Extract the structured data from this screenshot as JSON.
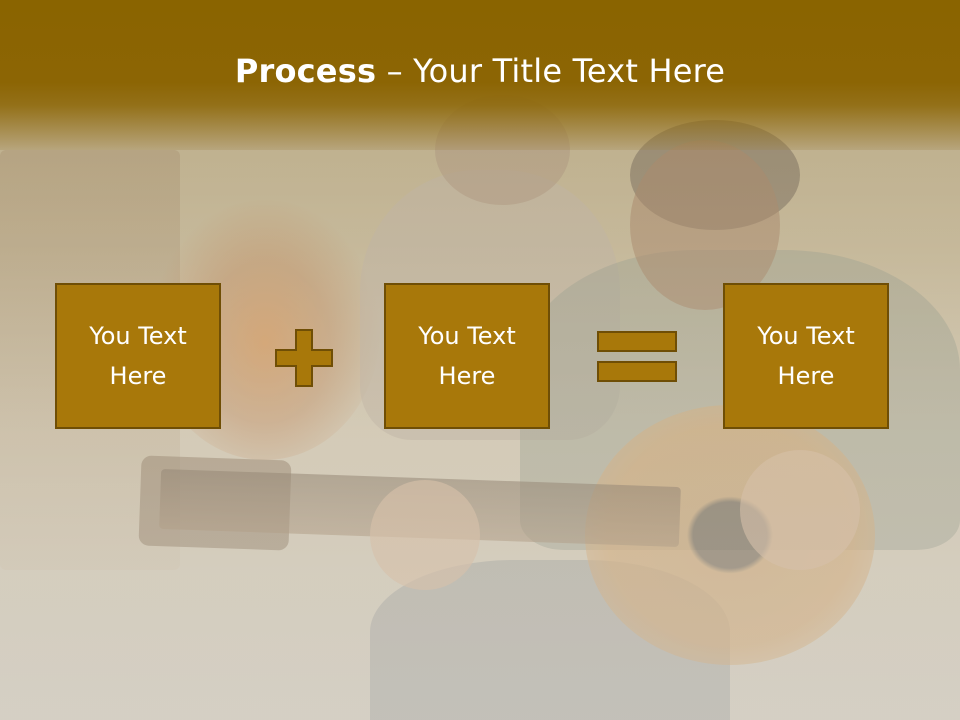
{
  "slide": {
    "title_bold": "Process",
    "title_rest": " – Your Title Text Here"
  },
  "process": {
    "boxes": [
      {
        "label": "You Text Here"
      },
      {
        "label": "You Text Here"
      },
      {
        "label": "You Text Here"
      }
    ],
    "operators": [
      "plus-icon",
      "equals-icon"
    ]
  },
  "colors": {
    "title_bar": "#8a6400",
    "box_fill": "#a8780a",
    "box_border": "#6f4e05",
    "text": "#ffffff"
  }
}
